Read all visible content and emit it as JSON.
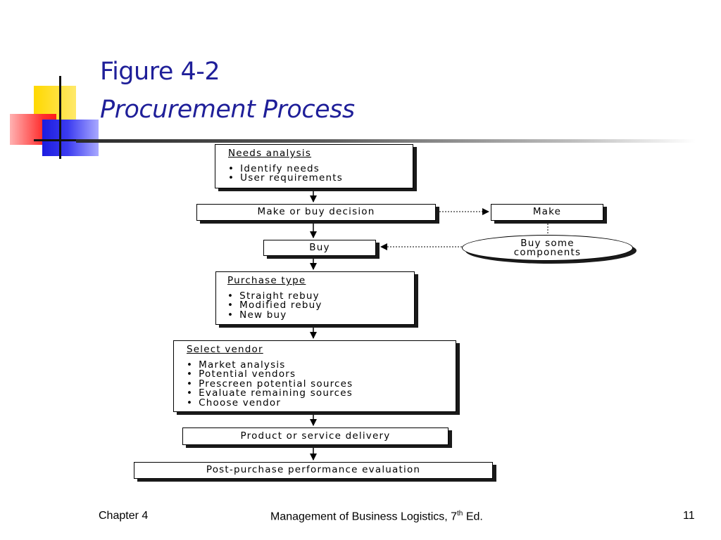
{
  "slide": {
    "title_line1": "Figure 4-2",
    "title_line2": "Procurement Process"
  },
  "flowchart": {
    "needs_analysis": {
      "heading": "Needs analysis",
      "items": [
        "Identify needs",
        "User requirements"
      ]
    },
    "make_or_buy": "Make or buy decision",
    "make": "Make",
    "buy": "Buy",
    "buy_some_components": {
      "line1": "Buy some",
      "line2": "components"
    },
    "purchase_type": {
      "heading": "Purchase type",
      "items": [
        "Straight rebuy",
        "Modified rebuy",
        "New buy"
      ]
    },
    "select_vendor": {
      "heading": "Select vendor",
      "items": [
        "Market analysis",
        "Potential vendors",
        "Prescreen potential sources",
        "Evaluate remaining sources",
        "Choose vendor"
      ]
    },
    "product_delivery": "Product or service delivery",
    "post_purchase": "Post-purchase performance evaluation"
  },
  "footer": {
    "chapter": "Chapter 4",
    "book_prefix": "Management of Business Logistics, 7",
    "book_sup": "th",
    "book_suffix": " Ed.",
    "page_number": "11"
  }
}
